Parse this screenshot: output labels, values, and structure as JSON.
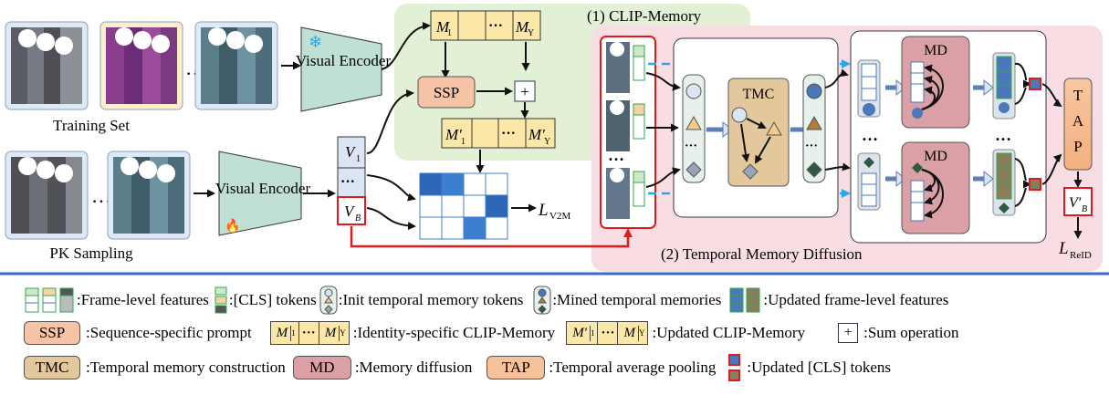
{
  "top": {
    "training_set": "Training Set",
    "pk_sampling": "PK Sampling",
    "visual_encoder_1": "Visual Encoder",
    "visual_encoder_2": "Visual Encoder",
    "clip_memory_title": "(1) CLIP-Memory",
    "tmd_title": "(2) Temporal Memory Diffusion",
    "ssp": "SSP",
    "tmc": "TMC",
    "md": "MD",
    "tap": "TAP",
    "m1": "M",
    "m1_sub": "1",
    "my": "M",
    "my_sub": "Y",
    "mp1": "M′",
    "mp1_sub": "1",
    "mpy": "M′",
    "mpy_sub": "Y",
    "dots": "···",
    "plus": "+",
    "v1": "V",
    "v1_sub": "1",
    "vb": "V",
    "vb_sub": "B",
    "vbp": "V′",
    "vbp_sub": "B",
    "l_v2m": "L",
    "l_v2m_sub": "V2M",
    "l_reid": "L",
    "l_reid_sub": "ReID",
    "ellipsis": "…"
  },
  "legend": {
    "frame_level": ":Frame-level features",
    "cls_tokens": ":[CLS] tokens",
    "init_memory": ":Init temporal memory tokens",
    "mined_memory": ":Mined temporal memories",
    "updated_frame": ":Updated frame-level features",
    "ssp_tag": "SSP",
    "ssp_desc": ":Sequence-specific prompt",
    "id_clip_memory": ":Identity-specific CLIP-Memory",
    "updated_clip_memory": ":Updated CLIP-Memory",
    "sum_desc": ":Sum operation",
    "tmc_tag": "TMC",
    "tmc_desc": ":Temporal memory construction",
    "md_tag": "MD",
    "md_desc": ":Memory diffusion",
    "tap_tag": "TAP",
    "tap_desc": ":Temporal average pooling",
    "updated_cls": ":Updated [CLS] tokens",
    "m_label": "M",
    "m1_sub": "1",
    "my_sub": "Y",
    "mp_label": "M′",
    "dots": "···",
    "plus": "+"
  },
  "colors": {
    "clip_bg": "#e2f0d6",
    "tmd_bg": "#f8dde3",
    "ssp_fill": "#f6c3a6",
    "tap_fill": "#f7c29a",
    "tmc_fill": "#e3c89d",
    "md_fill": "#dba0a5",
    "memory_fill": "#fbe8a8",
    "v_fill": "#dbe5f4",
    "red": "#e11b1b",
    "blue_dash": "#29a8e6",
    "heat_dark": "#2e66b8",
    "heat_mid": "#3c7fd0",
    "sep_line": "#3b6bc6"
  }
}
